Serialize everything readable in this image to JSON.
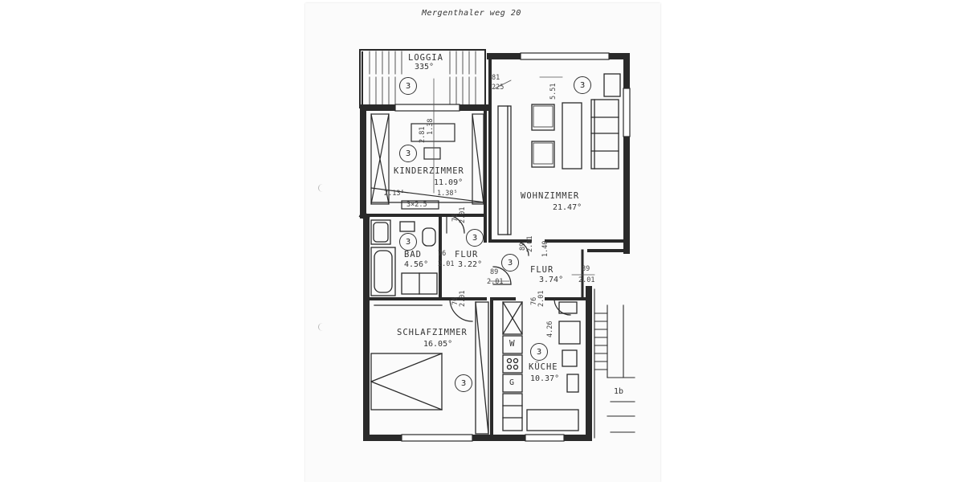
{
  "title": "Mergenthaler weg 20",
  "room_badge": "3",
  "rooms": {
    "loggia": {
      "name": "LOGGIA",
      "area": "335°"
    },
    "kinderzimmer": {
      "name": "KINDERZIMMER",
      "area": "11.09°"
    },
    "wohnzimmer": {
      "name": "WOHNZIMMER",
      "area": "21.47°"
    },
    "bad": {
      "name": "BAD",
      "area": "4.56°"
    },
    "flur1": {
      "name": "FLUR",
      "area": "3.22°"
    },
    "flur2": {
      "name": "FLUR",
      "area": "3.74°"
    },
    "schlafzimmer": {
      "name": "SCHLAFZIMMER",
      "area": "16.05°"
    },
    "kueche": {
      "name": "KÜCHE",
      "area": "10.37°"
    }
  },
  "dimensions": {
    "loggia_side": "81",
    "loggia_depth": "225",
    "wohn_width": "5.51",
    "kinder_win_a": "2.81",
    "kinder_win_b": "1.38",
    "kinder_w": "2.13⁵",
    "kinder_h": "1.38⁵",
    "kinder_3x": "3×2.5",
    "door_a": "76",
    "door_a2": "2.01",
    "door_b": "76",
    "door_b2": "2.01",
    "door_c": "89",
    "door_c2": "2.01",
    "door_d": "89",
    "door_d2": "2.01",
    "door_e": "89",
    "door_e2": "2.01",
    "door_f": "76",
    "door_f2": "2.01",
    "door_g": "76",
    "door_g2": "2.01",
    "flur_140": "1.40",
    "kueche_w": "4.26"
  },
  "appliances": {
    "washer": "W",
    "stove": "G",
    "stair": "1b"
  }
}
